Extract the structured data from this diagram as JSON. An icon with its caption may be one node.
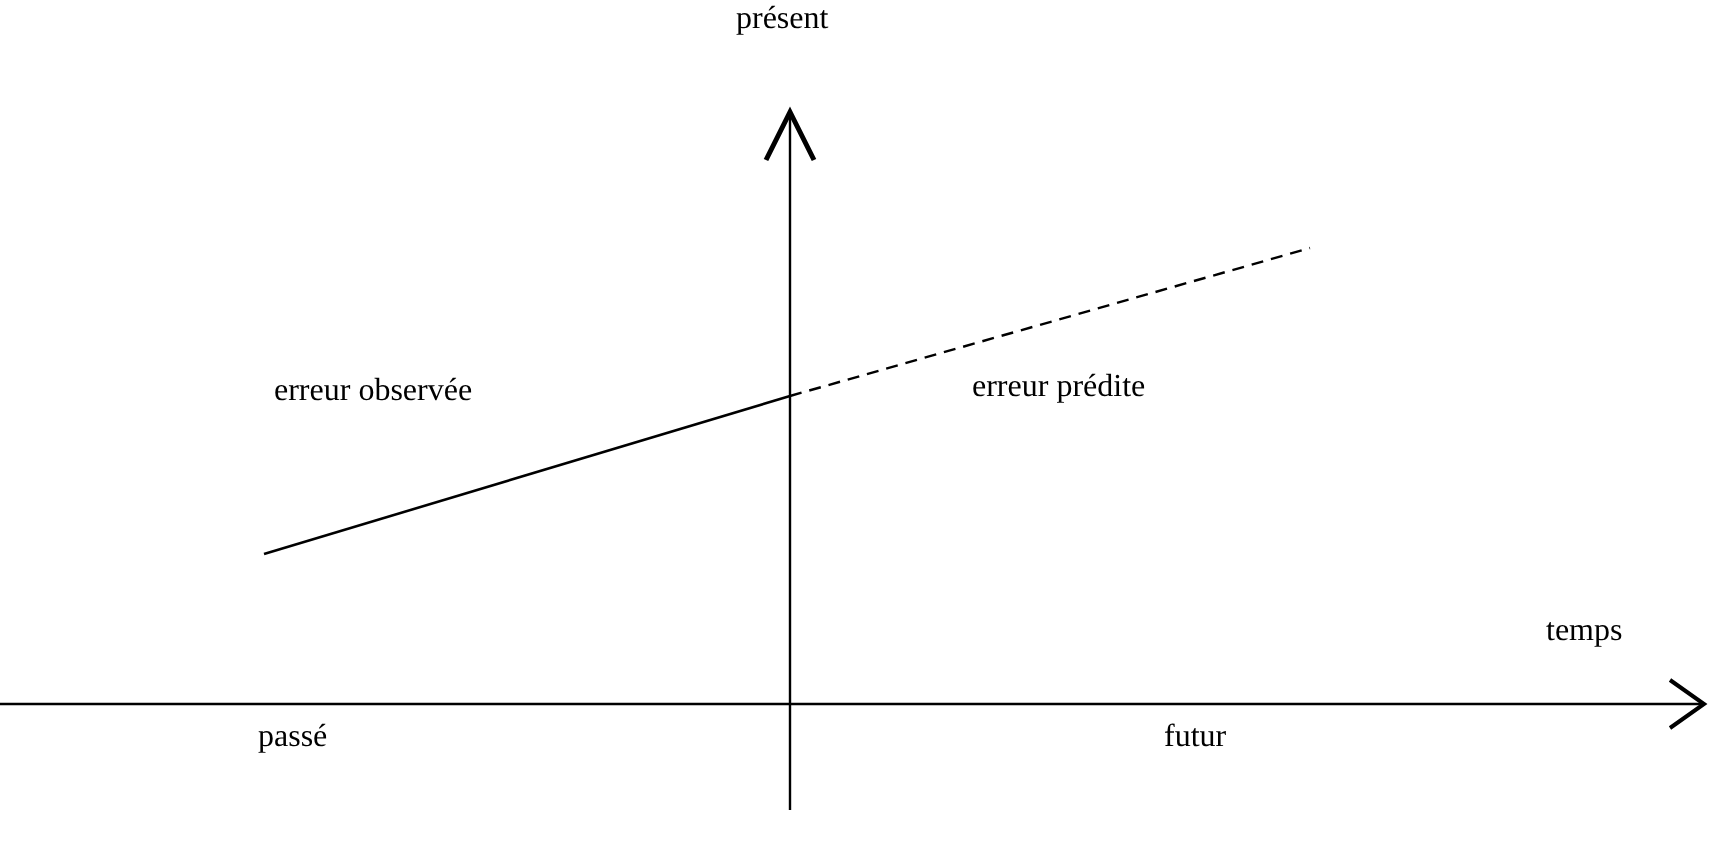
{
  "diagram": {
    "labels": [
      "présent",
      "erreur observée",
      "erreur prédite",
      "temps",
      "passé",
      "futur"
    ]
  }
}
